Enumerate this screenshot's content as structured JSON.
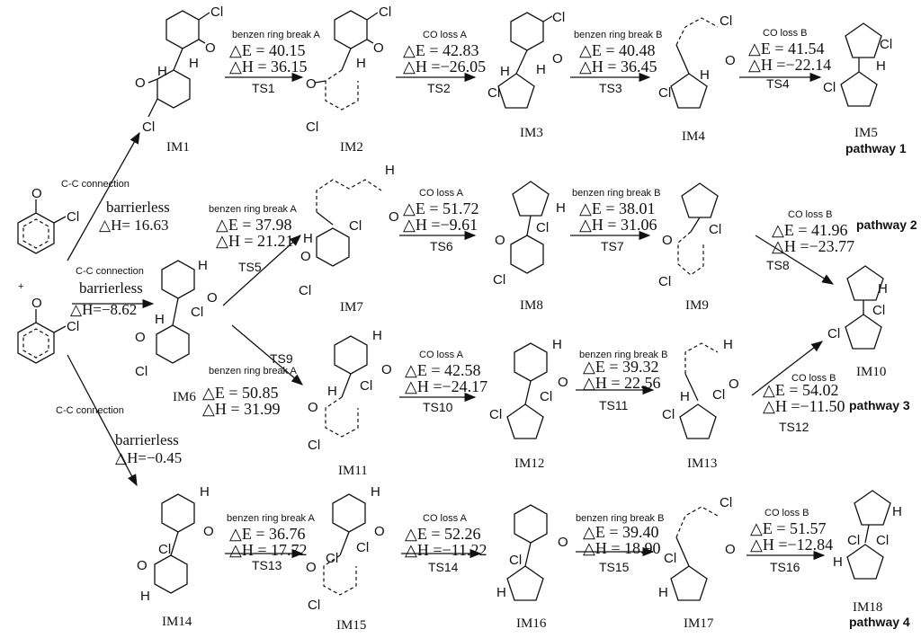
{
  "reactants": {
    "plus": "+"
  },
  "connections": [
    {
      "label": "C-C connection",
      "barrier": "barrierless",
      "dH": "△H= 16.63"
    },
    {
      "label": "C-C connection",
      "barrier": "barrierless",
      "dH": "△H=−8.62"
    },
    {
      "label": "C-C connection",
      "barrier": "barrierless",
      "dH": "△H=−0.45"
    }
  ],
  "steps": [
    {
      "ts": "TS1",
      "type": "benzen ring break A",
      "dE": "△E = 40.15",
      "dH": "△H = 36.15"
    },
    {
      "ts": "TS2",
      "type": "CO loss A",
      "dE": "△E = 42.83",
      "dH": "△H =−26.05"
    },
    {
      "ts": "TS3",
      "type": "benzen ring break B",
      "dE": "△E = 40.48",
      "dH": "△H = 36.45"
    },
    {
      "ts": "TS4",
      "type": "CO loss B",
      "dE": "△E = 41.54",
      "dH": "△H =−22.14"
    },
    {
      "ts": "TS5",
      "type": "benzen ring break A",
      "dE": "△E = 37.98",
      "dH": "△H = 21.21"
    },
    {
      "ts": "TS6",
      "type": "CO loss A",
      "dE": "△E = 51.72",
      "dH": "△H =−9.61"
    },
    {
      "ts": "TS7",
      "type": "benzen ring break B",
      "dE": "△E = 38.01",
      "dH": "△H = 31.06"
    },
    {
      "ts": "TS8",
      "type": "CO loss B",
      "dE": "△E = 41.96",
      "dH": "△H =−23.77"
    },
    {
      "ts": "TS9",
      "type": "benzen ring break A",
      "dE": "△E = 50.85",
      "dH": "△H = 31.99"
    },
    {
      "ts": "TS10",
      "type": "CO loss A",
      "dE": "△E = 42.58",
      "dH": "△H =−24.17"
    },
    {
      "ts": "TS11",
      "type": "benzen ring break B",
      "dE": "△E = 39.32",
      "dH": "△H = 22.56"
    },
    {
      "ts": "TS12",
      "type": "CO loss B",
      "dE": "△E = 54.02",
      "dH": "△H =−11.50"
    },
    {
      "ts": "TS13",
      "type": "benzen ring break A",
      "dE": "△E = 36.76",
      "dH": "△H = 17.72"
    },
    {
      "ts": "TS14",
      "type": "CO loss A",
      "dE": "△E = 52.26",
      "dH": "△H =−11.22"
    },
    {
      "ts": "TS15",
      "type": "benzen ring break B",
      "dE": "△E = 39.40",
      "dH": "△H = 18.90"
    },
    {
      "ts": "TS16",
      "type": "CO loss B",
      "dE": "△E = 51.57",
      "dH": "△H =−12.84"
    }
  ],
  "intermediates": [
    "IM1",
    "IM2",
    "IM3",
    "IM4",
    "IM5",
    "IM6",
    "IM7",
    "IM8",
    "IM9",
    "IM10",
    "IM11",
    "IM12",
    "IM13",
    "IM14",
    "IM15",
    "IM16",
    "IM17",
    "IM18"
  ],
  "pathways": [
    "pathway 1",
    "pathway 2",
    "pathway 3",
    "pathway 4"
  ],
  "atoms": {
    "Cl": "Cl",
    "O": "O",
    "H": "H"
  }
}
